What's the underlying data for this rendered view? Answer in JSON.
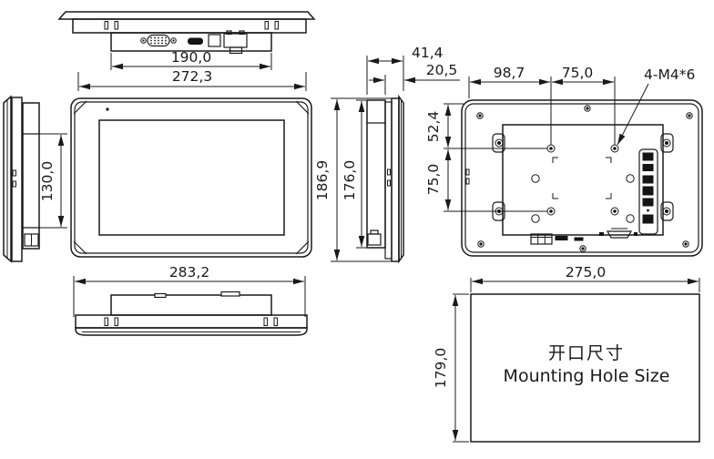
{
  "colors": {
    "line": "#1a1a1a",
    "background": "#ffffff",
    "connector_fill": "#141414"
  },
  "views": {
    "top": {
      "dim_connector_span": "190,0",
      "dim_body_width": "272,3"
    },
    "left_side": {
      "dim_rear_box_height": "130,0"
    },
    "bottom": {
      "dim_glass_width": "283,2"
    },
    "side": {
      "dim_total_depth": "41,4",
      "dim_front_depth": "20,5",
      "dim_overall_height": "186,9",
      "dim_rear_box_height": "176,0"
    },
    "back": {
      "dim_hole_offset_x": "98,7",
      "dim_hole_pitch_x": "75,0",
      "dim_hole_offset_y": "52,4",
      "dim_hole_pitch_y": "75,0",
      "thread_callout": "4-M4*6"
    },
    "cutout": {
      "dim_width": "275,0",
      "dim_height": "179,0",
      "title_cn": "开口尺寸",
      "title_en": "Mounting Hole Size"
    }
  }
}
